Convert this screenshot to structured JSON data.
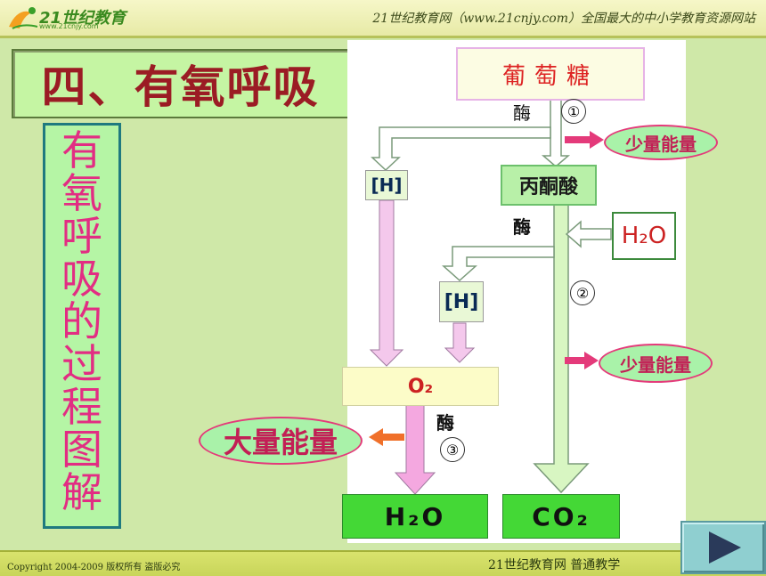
{
  "header": {
    "logo_text": "21世纪教育",
    "logo_url": "www.21cnjy.com",
    "slogan": "21世纪教育网（www.21cnjy.com）全国最大的中小学教育资源网站"
  },
  "title": "四、有氧呼吸",
  "side_title": "有氧呼吸的过程图解",
  "diagram": {
    "glucose": "葡萄糖",
    "enzyme": "酶",
    "step1": "①",
    "step2": "②",
    "step3": "③",
    "pyruvate": "丙酮酸",
    "h_label": "[H]",
    "water_in": "H₂O",
    "oxygen": "O₂",
    "water_out": "H₂O",
    "co2": "CO₂",
    "small_energy": "少量能量",
    "large_energy": "大量能量"
  },
  "footer": {
    "copyright": "Copyright 2004-2009 版权所有 盗版必究",
    "right_text": "21世纪教育网   普通教学"
  },
  "colors": {
    "title_red": "#9b1c24",
    "side_text_pink": "#e22d83",
    "product_green": "#44d836",
    "arrow_pink": "#e43a7a"
  },
  "icons": [
    "logo-icon",
    "play-icon"
  ]
}
